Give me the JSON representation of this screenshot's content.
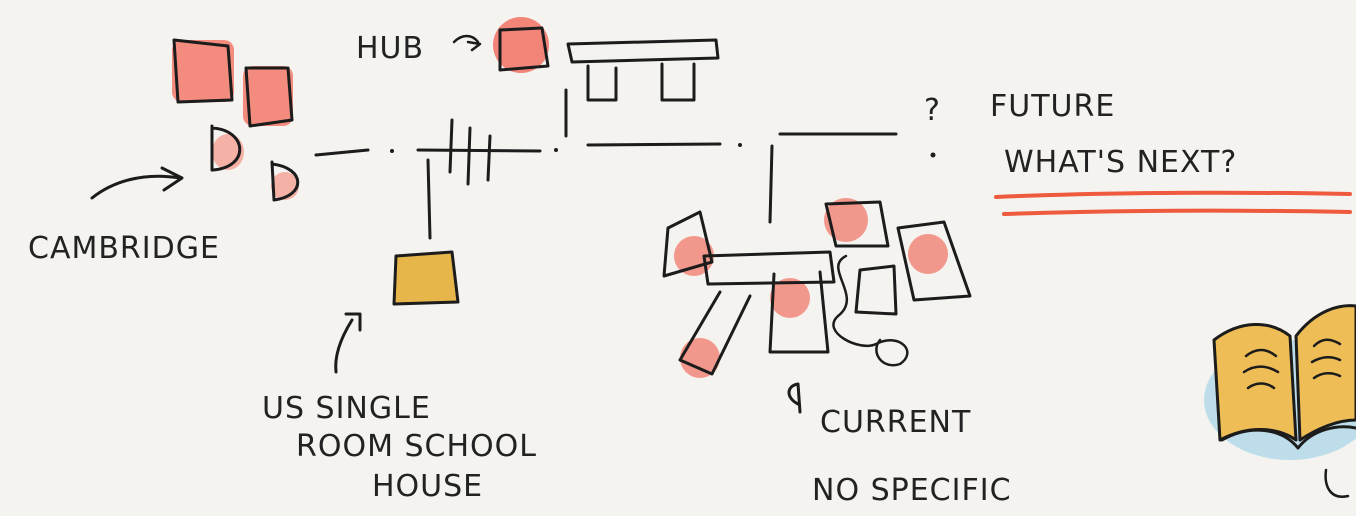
{
  "labels": {
    "hub": "HUB",
    "cambridge": "CAMBRIDGE",
    "us_single_line1": "US SINGLE",
    "us_single_line2": "ROOM SCHOOL",
    "us_single_line3": "HOUSE",
    "question": "?",
    "future": "FUTURE",
    "whats_next": "WHAT'S NEXT?",
    "current": "CURRENT",
    "no_specific": "NO SPECIFIC"
  },
  "colors": {
    "background": "#f4f3ef",
    "ink": "#1c1c1c",
    "coral": "#f26b5b",
    "coral_light": "#f5a499",
    "yellow": "#e7b64a",
    "underline": "#ef5a3f",
    "book": "#efbd55",
    "book_shadow": "#8ecbe3"
  },
  "icons": [
    "arrow-icon",
    "open-book-icon"
  ]
}
